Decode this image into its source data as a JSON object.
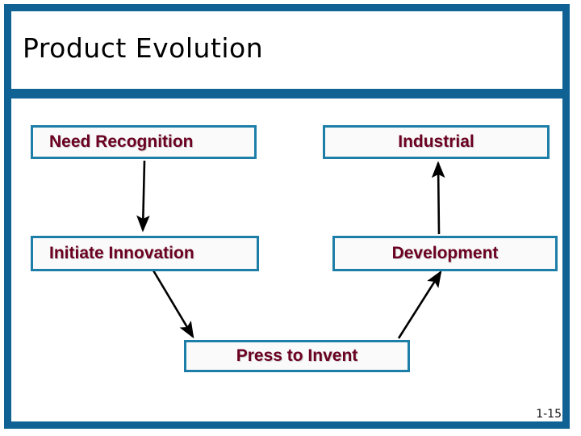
{
  "slide": {
    "title": "Product Evolution",
    "page_number": "1-15",
    "frame_color": "#0f6293",
    "node_border_color": "#1d7ea8",
    "node_text_color": "#6b0022",
    "arrow_color": "#000000"
  },
  "diagram": {
    "type": "flowchart",
    "nodes": [
      {
        "id": "need",
        "label": "Need Recognition",
        "align": "left"
      },
      {
        "id": "industrial",
        "label": "Industrial",
        "align": "center"
      },
      {
        "id": "initiate",
        "label": "Initiate Innovation",
        "align": "left"
      },
      {
        "id": "development",
        "label": "Development",
        "align": "center"
      },
      {
        "id": "press",
        "label": "Press to Invent",
        "align": "center"
      }
    ],
    "edges": [
      {
        "from": "need",
        "to": "initiate",
        "style": "vertical-down"
      },
      {
        "from": "initiate",
        "to": "press",
        "style": "diagonal-down-right"
      },
      {
        "from": "press",
        "to": "development",
        "style": "diagonal-up-right"
      },
      {
        "from": "development",
        "to": "industrial",
        "style": "vertical-up"
      }
    ]
  }
}
